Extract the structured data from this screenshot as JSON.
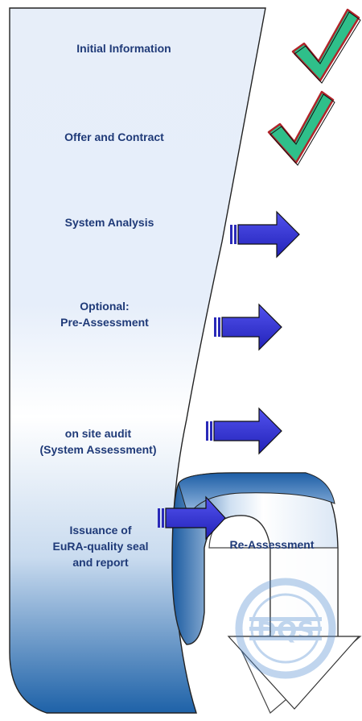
{
  "steps": [
    {
      "lines": [
        "Initial Information"
      ],
      "status": "done"
    },
    {
      "lines": [
        "Offer and Contract"
      ],
      "status": "done"
    },
    {
      "lines": [
        "System Analysis"
      ],
      "status": "in-progress"
    },
    {
      "lines": [
        "Optional:",
        "Pre-Assessment"
      ],
      "status": "in-progress"
    },
    {
      "lines": [
        "on site audit",
        "(System Assessment)"
      ],
      "status": "in-progress"
    },
    {
      "lines": [
        "Issuance of",
        "EuRA-quality seal",
        "and report"
      ],
      "status": "in-progress"
    }
  ],
  "reassessment": {
    "label": "Re-Assessment"
  },
  "seal": {
    "text": "DQS"
  },
  "icons": {
    "done": "check-mark-icon",
    "in_progress": "right-arrow-icon"
  },
  "colors": {
    "text": "#1f3a78",
    "banner_light": "#eef3fb",
    "banner_dark": "#1e62a8",
    "arrow_fill": "#3434d2",
    "check_fill": "#2fbf8a",
    "check_outline": "#b0242a"
  }
}
